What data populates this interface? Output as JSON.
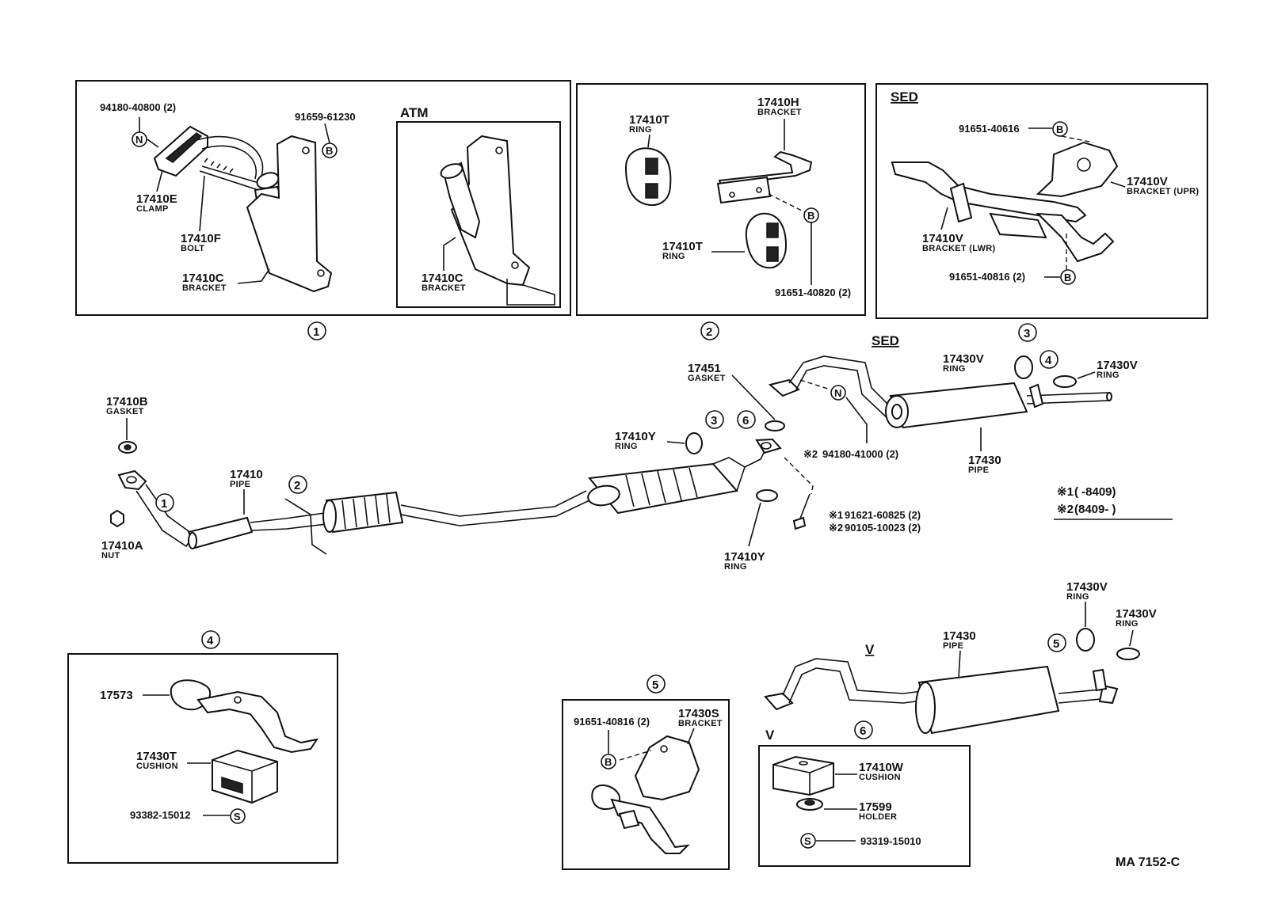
{
  "diagram_code": "MA  7152-C",
  "panels": {
    "p1": {
      "number": "1",
      "atm_label": "ATM",
      "parts": [
        {
          "id": "94180-40800 (2)",
          "sym": "N"
        },
        {
          "id": "91659-61230",
          "sym": "B"
        },
        {
          "id": "17410E",
          "desc": "CLAMP"
        },
        {
          "id": "17410F",
          "desc": "BOLT"
        },
        {
          "id": "17410C",
          "desc": "BRACKET"
        },
        {
          "id": "17410C",
          "desc": "BRACKET"
        }
      ]
    },
    "p2": {
      "number": "2",
      "parts": [
        {
          "id": "17410T",
          "desc": "RING"
        },
        {
          "id": "17410H",
          "desc": "BRACKET"
        },
        {
          "id": "17410T",
          "desc": "RING"
        },
        {
          "id": "91651-40820 (2)",
          "sym": "B"
        }
      ]
    },
    "p3": {
      "number": "3",
      "variant": "SED",
      "parts": [
        {
          "id": "91651-40616",
          "sym": "B"
        },
        {
          "id": "17410V",
          "desc": "BRACKET (UPR)"
        },
        {
          "id": "17410V",
          "desc": "BRACKET (LWR)"
        },
        {
          "id": "91651-40816 (2)",
          "sym": "B"
        }
      ]
    },
    "p4": {
      "number": "4",
      "parts": [
        {
          "id": "17573"
        },
        {
          "id": "17430T",
          "desc": "CUSHION"
        },
        {
          "id": "93382-15012",
          "sym": "S"
        }
      ]
    },
    "p5": {
      "number": "5",
      "parts": [
        {
          "id": "91651-40816 (2)",
          "sym": "B"
        },
        {
          "id": "17430S",
          "desc": "BRACKET"
        }
      ]
    },
    "p6": {
      "number": "6",
      "variant": "V",
      "parts": [
        {
          "id": "17410W",
          "desc": "CUSHION"
        },
        {
          "id": "17599",
          "desc": "HOLDER"
        },
        {
          "id": "93319-15010",
          "sym": "S"
        }
      ]
    }
  },
  "main": {
    "gasket_b": {
      "id": "17410B",
      "desc": "GASKET"
    },
    "nut": {
      "id": "17410A",
      "desc": "NUT"
    },
    "pipe": {
      "id": "17410",
      "desc": "PIPE"
    },
    "gasket_451": {
      "id": "17451",
      "desc": "GASKET"
    },
    "ring_y_top": {
      "id": "17410Y",
      "desc": "RING"
    },
    "ring_y_bottom": {
      "id": "17410Y",
      "desc": "RING"
    },
    "bolt1": {
      "mark": "※1",
      "id": "91621-60825 (2)"
    },
    "bolt2": {
      "mark": "※2",
      "id": "90105-10023 (2)"
    },
    "nut_n": {
      "mark": "※2",
      "id": "94180-41000 (2)",
      "sym": "N"
    },
    "callouts": [
      "1",
      "2",
      "3",
      "6",
      "4",
      "5"
    ]
  },
  "sed_tail": {
    "variant": "SED",
    "pipe": {
      "id": "17430",
      "desc": "PIPE"
    },
    "ring1": {
      "id": "17430V",
      "desc": "RING"
    },
    "ring2": {
      "id": "17430V",
      "desc": "RING"
    }
  },
  "v_tail": {
    "variant": "V",
    "pipe": {
      "id": "17430",
      "desc": "PIPE"
    },
    "ring1": {
      "id": "17430V",
      "desc": "RING"
    },
    "ring2": {
      "id": "17430V",
      "desc": "RING"
    }
  },
  "legend": {
    "row1_mark": "※1",
    "row1_text": "(         -8409)",
    "row2_mark": "※2",
    "row2_text": "(8409-         )"
  }
}
